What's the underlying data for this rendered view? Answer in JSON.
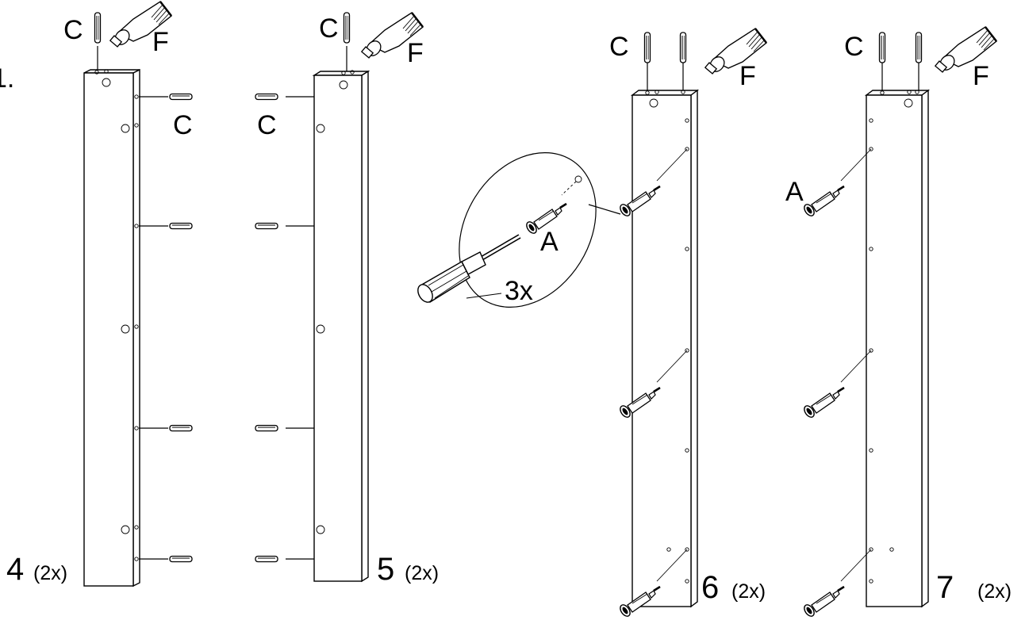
{
  "step": {
    "label": "1."
  },
  "parts": {
    "dowel_label": "C",
    "glue_label": "F",
    "cam_bolt_label": "A",
    "count_label": "3x"
  },
  "panels": [
    {
      "number": "4",
      "quantity": "(2x)"
    },
    {
      "number": "5",
      "quantity": "(2x)"
    },
    {
      "number": "6",
      "quantity": "(2x)"
    },
    {
      "number": "7",
      "quantity": "(2x)"
    }
  ]
}
